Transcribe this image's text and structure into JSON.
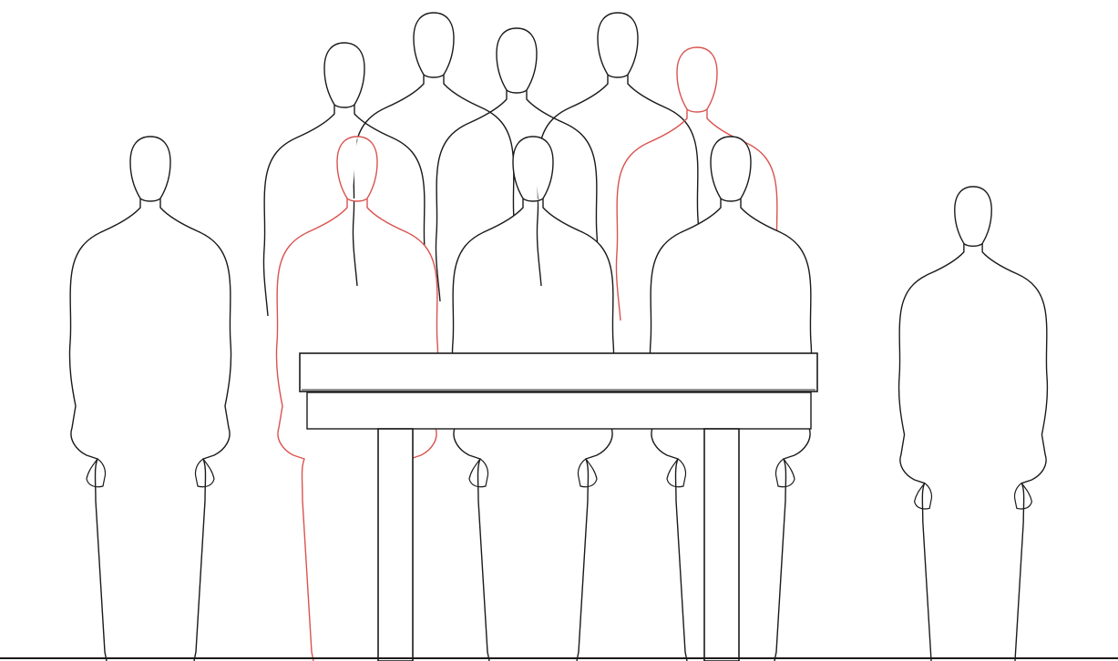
{
  "scene": {
    "background_color": "#ffffff",
    "outline_color": "#1a1a1a",
    "highlight_color": "#d9534f",
    "table_color": "#1a1a1a"
  },
  "figures": [
    {
      "id": "left-standing",
      "row": "front",
      "highlighted": false
    },
    {
      "id": "back-1",
      "row": "back",
      "highlighted": false
    },
    {
      "id": "back-2",
      "row": "back",
      "highlighted": false
    },
    {
      "id": "back-3",
      "row": "back",
      "highlighted": false
    },
    {
      "id": "back-4",
      "row": "back",
      "highlighted": false
    },
    {
      "id": "back-5",
      "row": "back",
      "highlighted": true
    },
    {
      "id": "front-red",
      "row": "front",
      "highlighted": true
    },
    {
      "id": "front-center",
      "row": "front",
      "highlighted": false
    },
    {
      "id": "front-right-table",
      "row": "front",
      "highlighted": false
    },
    {
      "id": "right-standing",
      "row": "front",
      "highlighted": false
    }
  ]
}
